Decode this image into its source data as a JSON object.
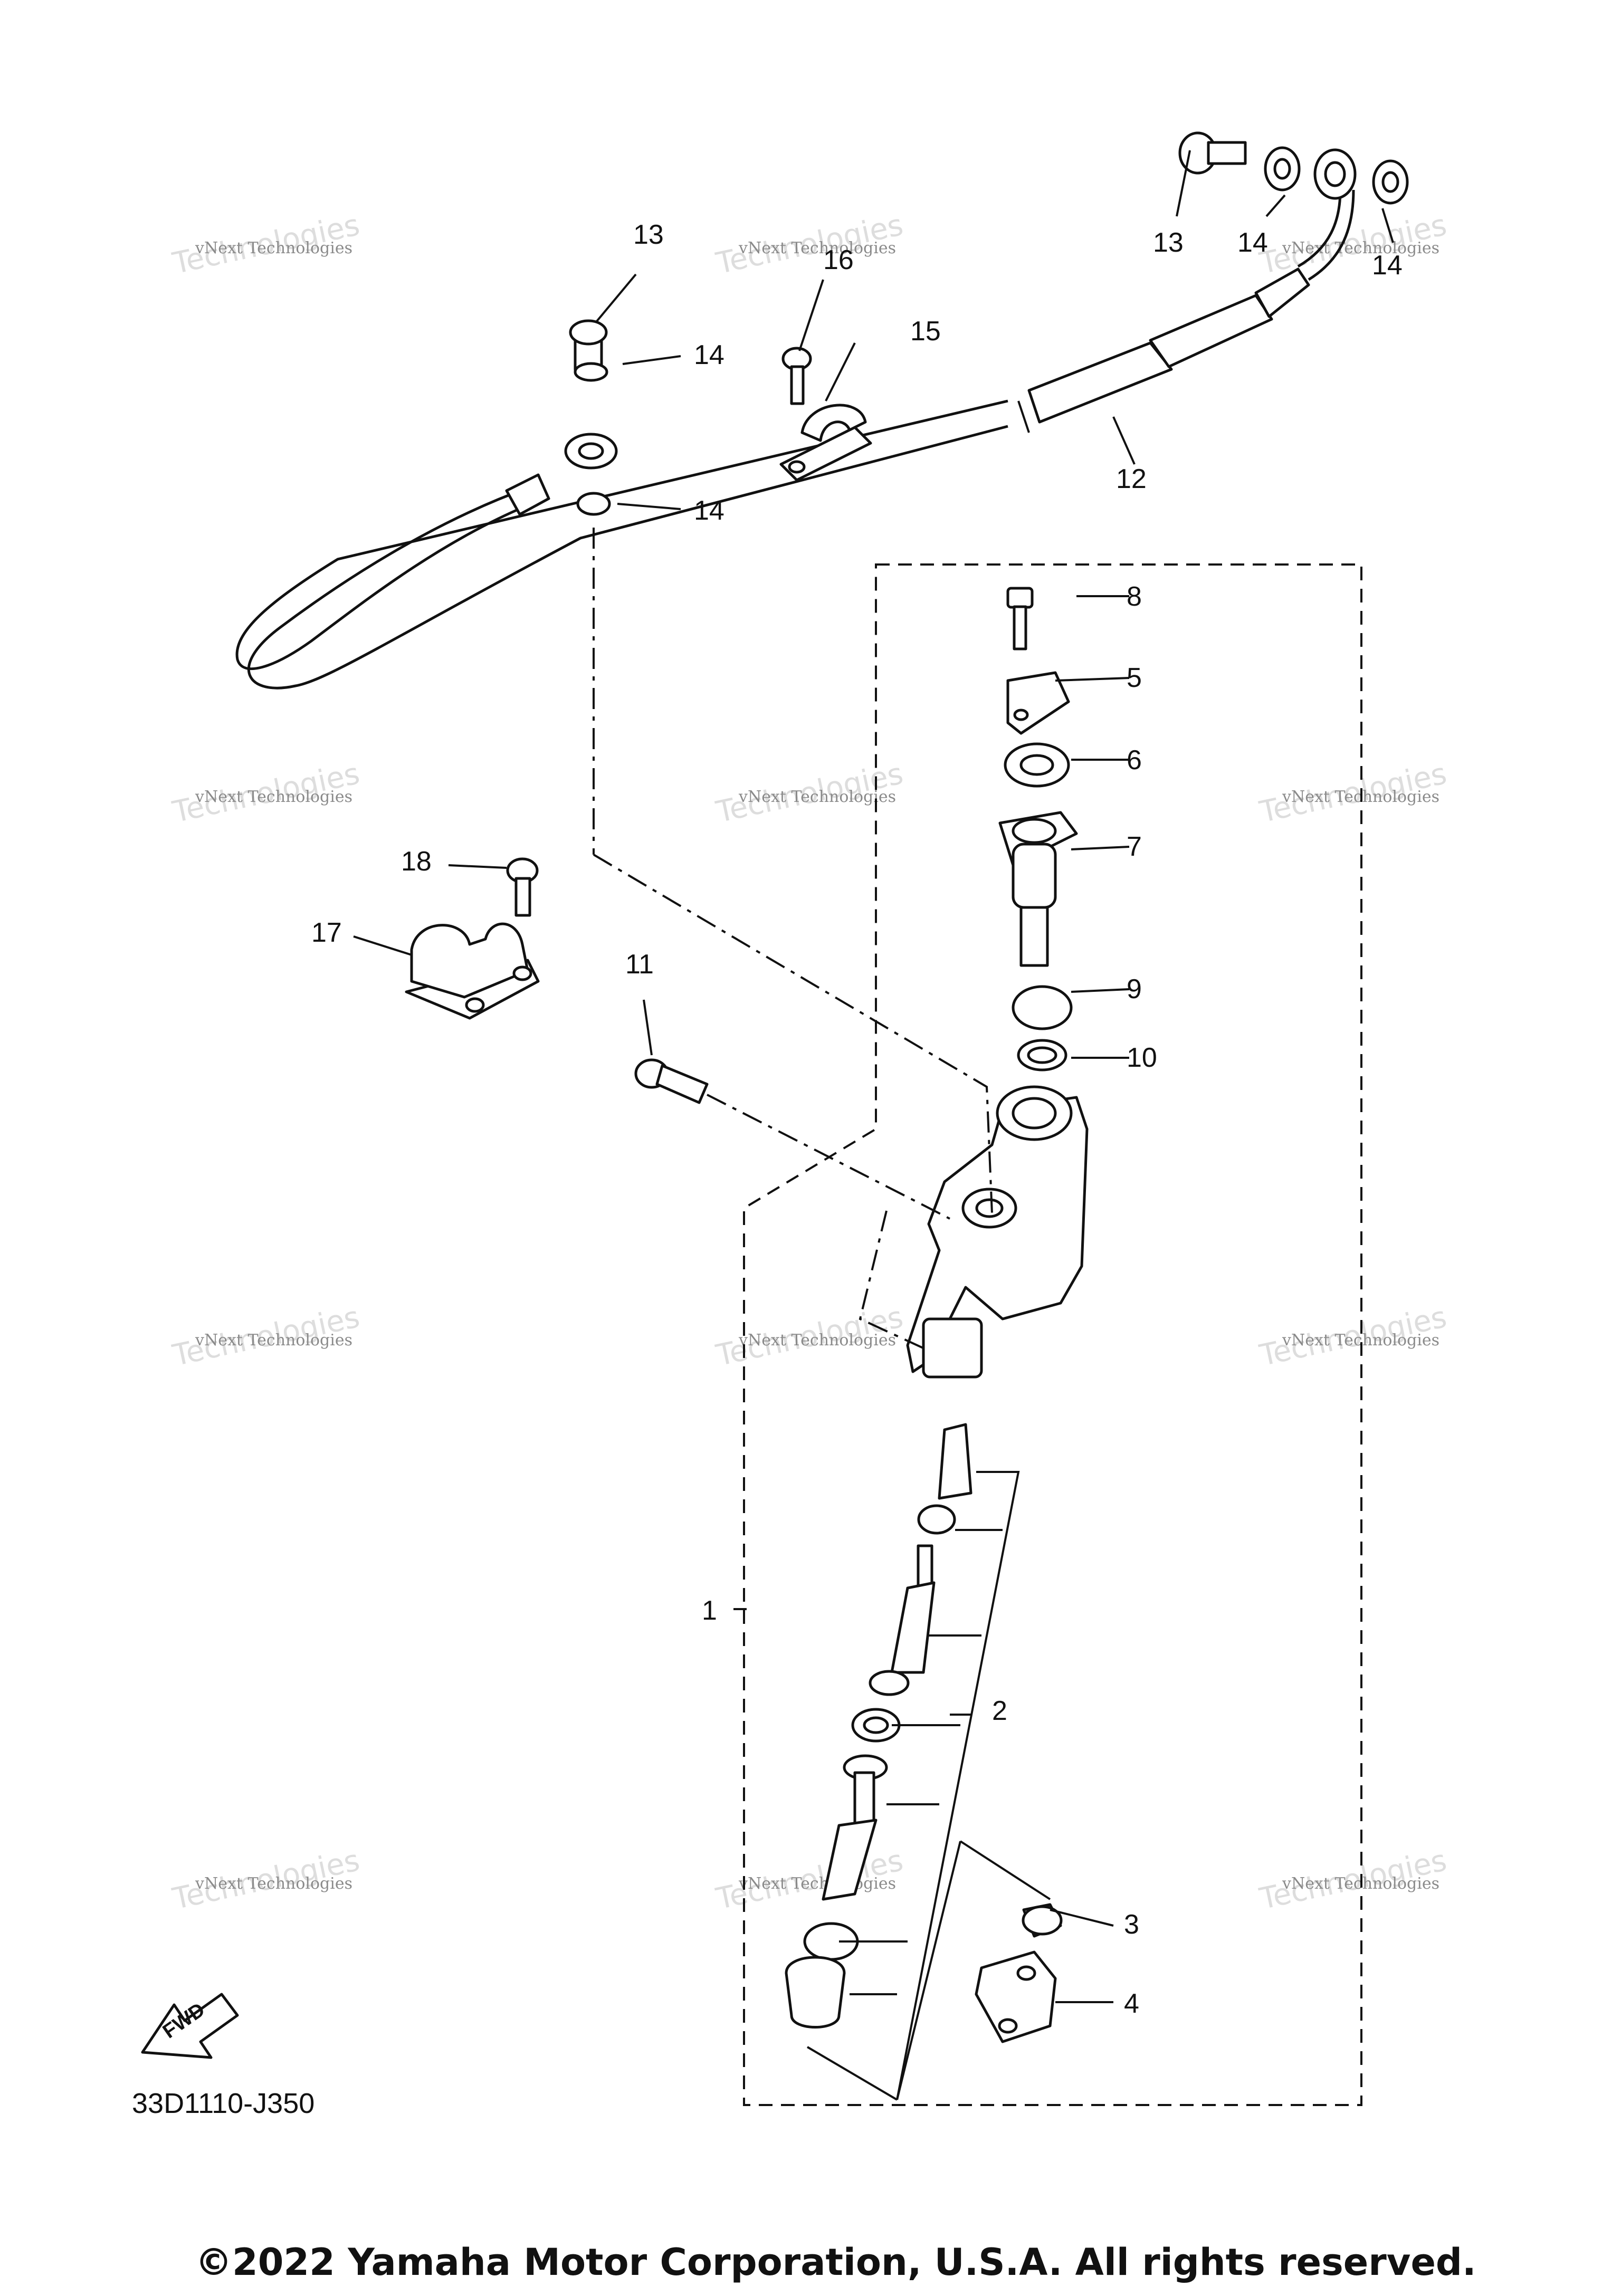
{
  "callouts": {
    "c1": "1",
    "c2": "2",
    "c3": "3",
    "c4": "4",
    "c5": "5",
    "c6": "6",
    "c7": "7",
    "c8": "8",
    "c9": "9",
    "c10": "10",
    "c11": "11",
    "c12": "12",
    "c13a": "13",
    "c13b": "13",
    "c14a": "14",
    "c14b": "14",
    "c14c": "14",
    "c14d": "14",
    "c15": "15",
    "c16": "16",
    "c17": "17",
    "c18": "18"
  },
  "fwd_label": "FWD",
  "diagram_code": "33D1110-J350",
  "copyright": "©2022 Yamaha Motor Corporation, U.S.A. All rights reserved.",
  "watermark": {
    "line1": "vNext Technologies",
    "line2": "Technologies",
    "mark": "vNext"
  }
}
